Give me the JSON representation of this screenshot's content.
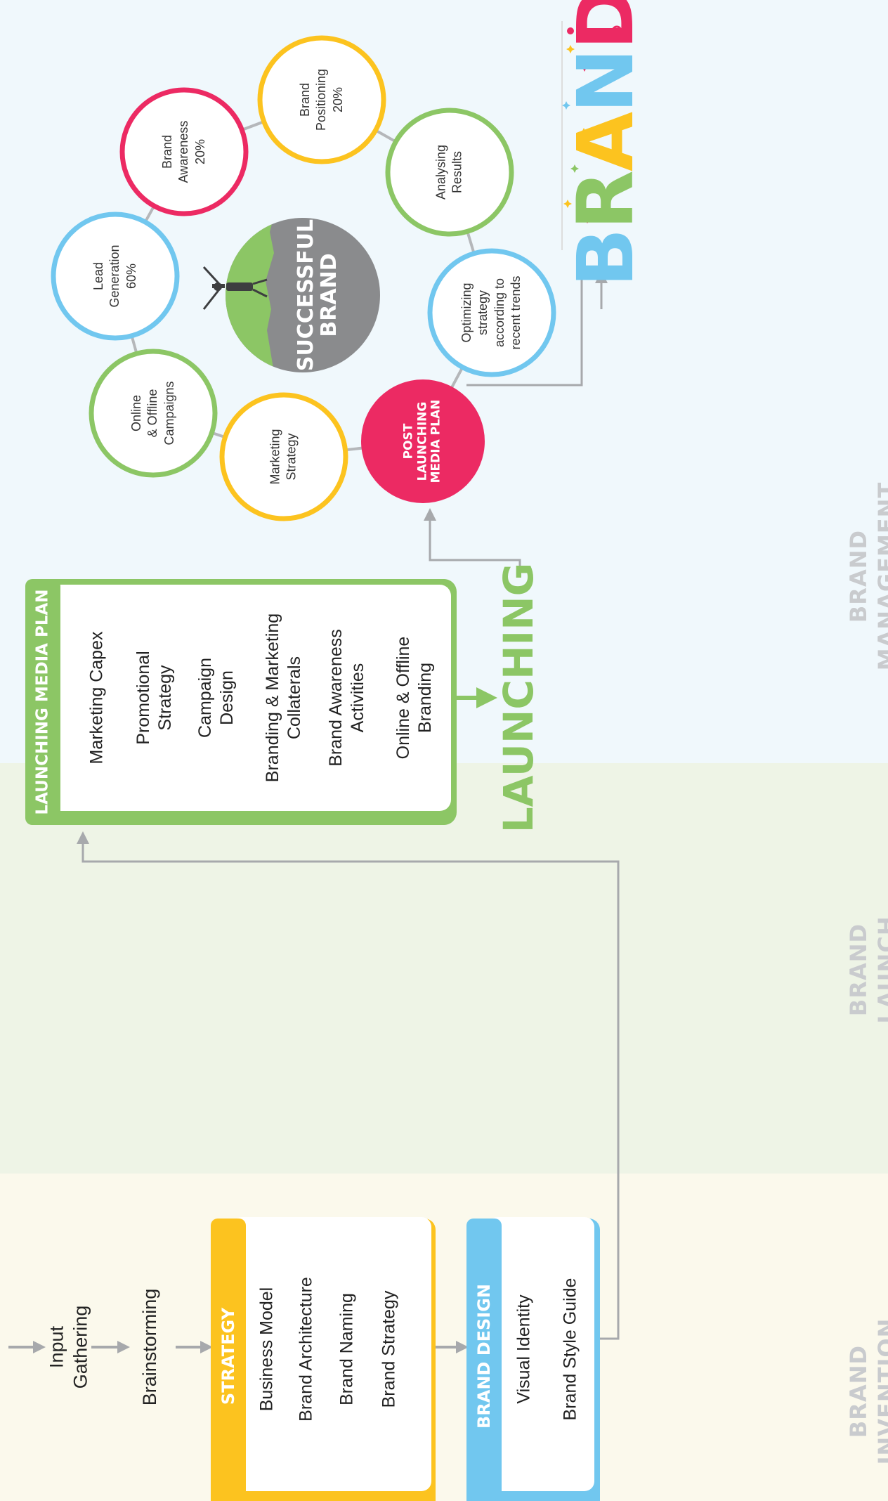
{
  "zones": {
    "invention": "BRAND INVENTION",
    "launch": "BRAND LAUNCH",
    "management": "BRAND MANAGEMENT"
  },
  "invention": {
    "steps": [
      "Input\nGathering",
      "Brainstorming"
    ],
    "strategy": {
      "title": "STRATEGY",
      "items": [
        "Business Model",
        "Brand Architecture",
        "Brand Naming",
        "Brand Strategy"
      ]
    },
    "brand_design": {
      "title": "BRAND DESIGN",
      "items": [
        "Visual Identity",
        "Brand Style Guide"
      ]
    }
  },
  "launch": {
    "plan_title": "LAUNCHING MEDIA PLAN",
    "items": [
      "Marketing Capex",
      "Promotional\nStrategy",
      "Campaign\nDesign",
      "Branding & Marketing\nCollaterals",
      "Brand Awareness\nActivities",
      "Online & Offline\nBranding"
    ],
    "launching": "LAUNCHING"
  },
  "management": {
    "center": "SUCCESSFUL\nBRAND",
    "post_plan": "POST\nLAUNCHING\nMEDIA PLAN",
    "cycle": [
      "Marketing\nStrategy",
      "Online\n& Offline\nCampaigns",
      "Lead\nGeneration\n60%",
      "Brand\nAwareness\n20%",
      "Brand\nPositioning\n20%",
      "Analysing\nResults",
      "Optimizing\nstrategy\naccording to\nrecent trends"
    ],
    "brand_art": "BRAND"
  },
  "colors": {
    "yellow": "#fcc31f",
    "green": "#8cc665",
    "blue": "#71c7ef",
    "pink": "#ec2a63",
    "gray": "#8a8b8d",
    "arrow": "#a7a9ac"
  }
}
